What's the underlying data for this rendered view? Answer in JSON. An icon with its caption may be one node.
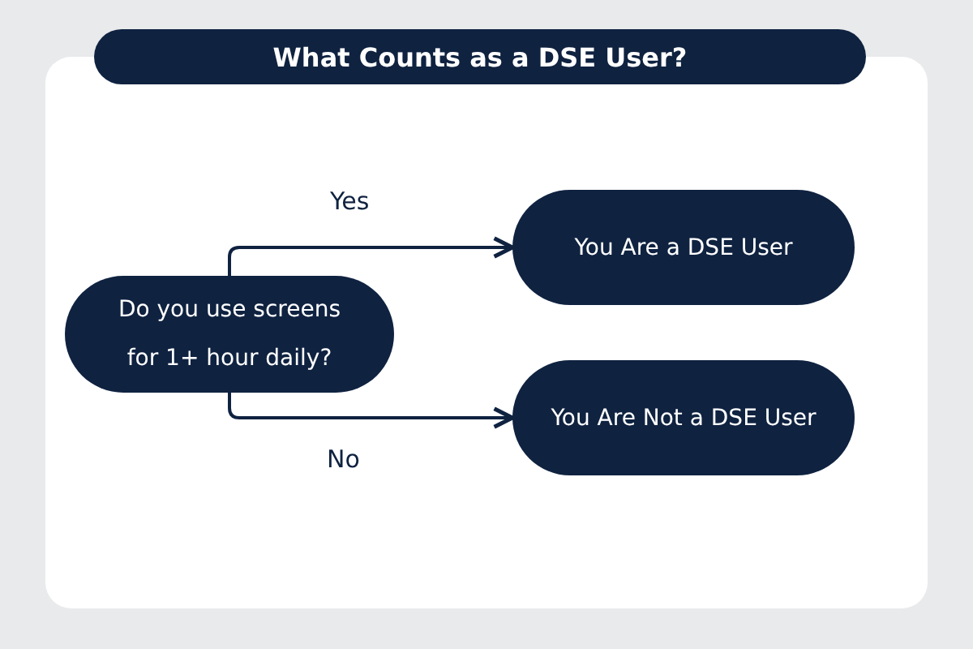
{
  "diagram": {
    "title": "What Counts as a DSE User?",
    "nodes": [
      {
        "text": [
          "Do you use screens for 1+ hour daily?"
        ]
      },
      {
        "text": [
          "You Are a DSE User"
        ]
      },
      {
        "text": [
          "You Are Not a DSE User"
        ]
      }
    ],
    "edges": [
      {
        "from": 0,
        "to": 1,
        "arrow": "to",
        "label": "Yes"
      },
      {
        "from": 0,
        "to": 2,
        "arrow": "to",
        "label": "No"
      }
    ]
  }
}
